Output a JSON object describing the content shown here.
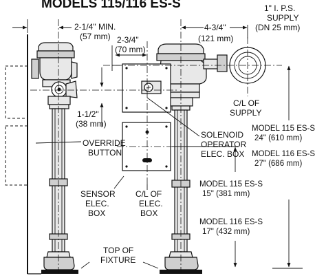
{
  "title": "MODELS 115/116 ES-S",
  "dimensions": {
    "min_clearance": [
      "2-1/4\" MIN.",
      "(57 mm)"
    ],
    "box_offset": [
      "2-3/4\"",
      "(70 mm)"
    ],
    "supply_offset": [
      "4-3/4\"",
      "(121 mm)"
    ],
    "override_drop": [
      "1-1/2\"",
      "(38 mm)"
    ]
  },
  "labels": {
    "supply": [
      "1\" I. P.S.",
      "SUPPLY",
      "(DN 25 mm)"
    ],
    "cl_supply": [
      "C/L OF",
      "SUPPLY"
    ],
    "solenoid": [
      "SOLENOID",
      "OPERATOR",
      "ELEC. BOX"
    ],
    "override": [
      "OVERRIDE",
      "BUTTON"
    ],
    "sensor": [
      "SENSOR",
      "ELEC.",
      "BOX"
    ],
    "cl_elec": [
      "C/L OF",
      "ELEC.",
      "BOX"
    ],
    "top_fixture": [
      "TOP OF",
      "FIXTURE"
    ]
  },
  "models": {
    "m115_supply": [
      "MODEL 115 ES-S",
      "24\" (610 mm)"
    ],
    "m116_supply": [
      "MODEL 116 ES-S",
      "27\" (686 mm)"
    ],
    "m115_box": [
      "MODEL 115 ES-S",
      "15\" (381 mm)"
    ],
    "m116_box": [
      "MODEL 116 ES-S",
      "17\" (432 mm)"
    ]
  }
}
